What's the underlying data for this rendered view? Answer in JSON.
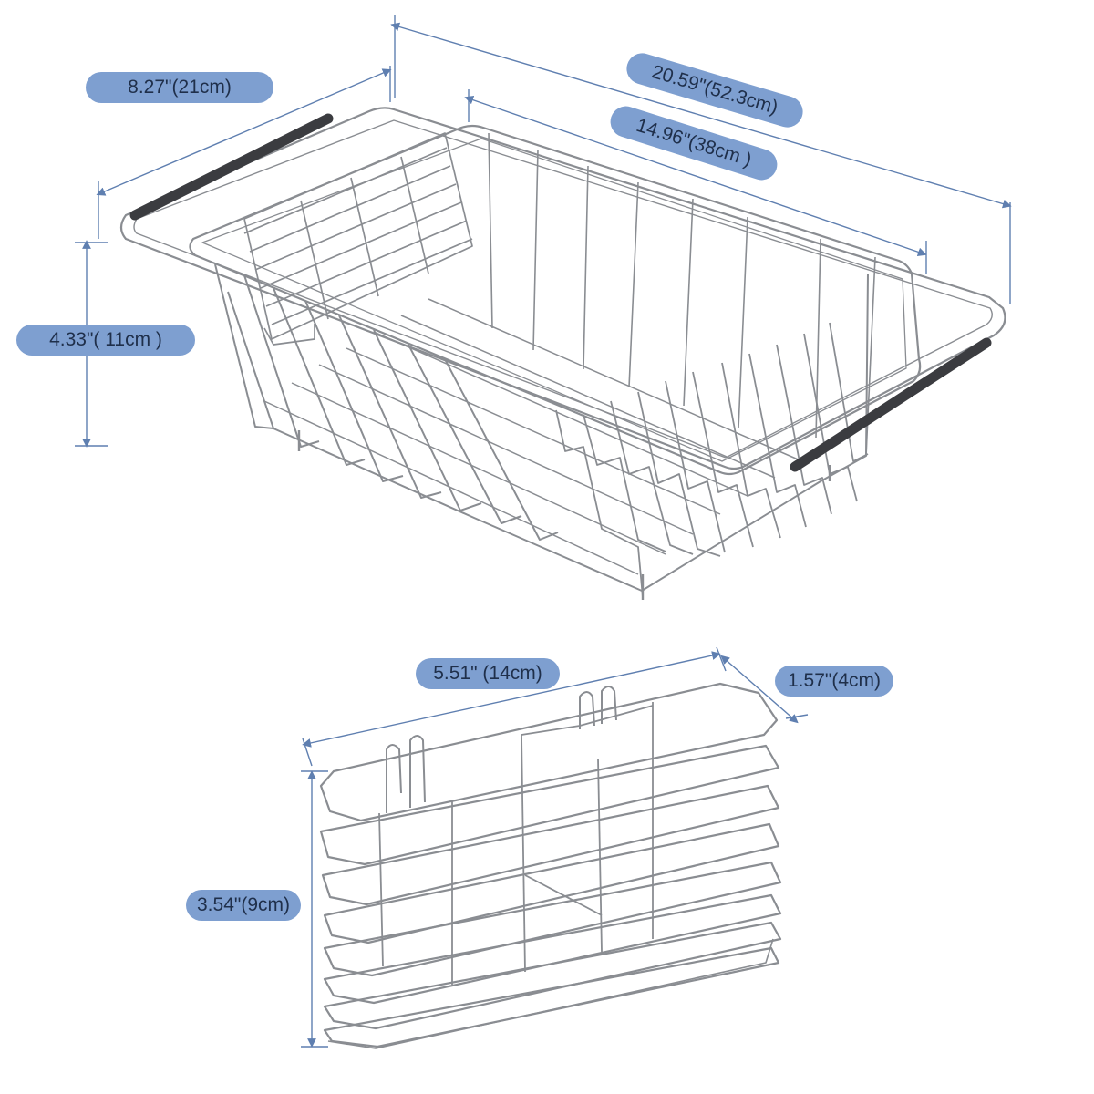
{
  "colors": {
    "label_bg": "#7e9fd0",
    "label_text": "#1f2f4a",
    "dimension_line": "#5f7fb0",
    "wire": "#8a8d92",
    "handle": "#3b3c40"
  },
  "main_rack": {
    "dimensions": {
      "depth": "8.27\"(21cm)",
      "total_length": "20.59\"(52.3cm)",
      "inner_length": "14.96\"(38cm )",
      "height": "4.33\"( 11cm )"
    }
  },
  "utensil_holder": {
    "dimensions": {
      "length": "5.51\" (14cm)",
      "width": "1.57\"(4cm)",
      "height": "3.54\"(9cm)"
    }
  }
}
